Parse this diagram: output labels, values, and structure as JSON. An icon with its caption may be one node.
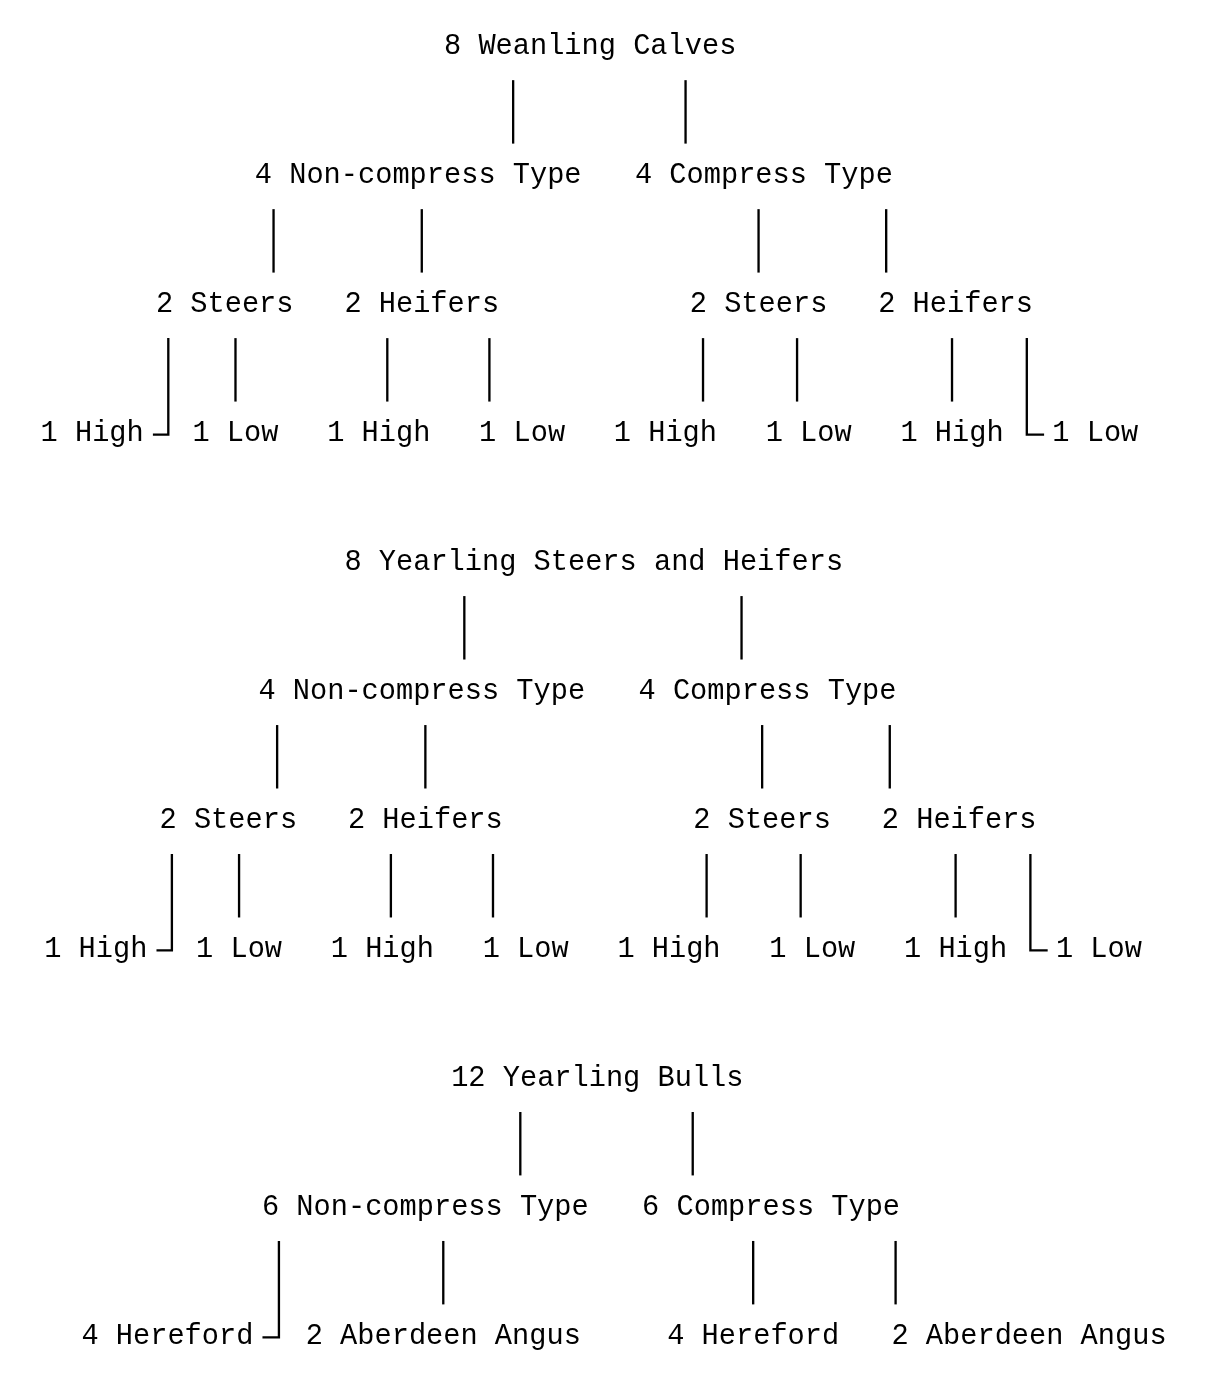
{
  "diagram": {
    "nodes": [
      {
        "text": [
          "8 Weanling Calves"
        ]
      },
      {
        "text": [
          "4 Non-compress Type"
        ]
      },
      {
        "text": [
          "4 Compress Type"
        ]
      },
      {
        "text": [
          "2 Steers"
        ]
      },
      {
        "text": [
          "2 Heifers"
        ]
      },
      {
        "text": [
          "2 Steers"
        ]
      },
      {
        "text": [
          "2 Heifers"
        ]
      },
      {
        "text": [
          "1 High"
        ]
      },
      {
        "text": [
          "1 Low"
        ]
      },
      {
        "text": [
          "1 High"
        ]
      },
      {
        "text": [
          "1 Low"
        ]
      },
      {
        "text": [
          "1 High"
        ]
      },
      {
        "text": [
          "1 Low"
        ]
      },
      {
        "text": [
          "1 High"
        ]
      },
      {
        "text": [
          "1 Low"
        ]
      },
      {
        "text": [
          "8 Yearling Steers and Heifers"
        ]
      },
      {
        "text": [
          "4 Non-compress Type"
        ]
      },
      {
        "text": [
          "4 Compress Type"
        ]
      },
      {
        "text": [
          "2 Steers"
        ]
      },
      {
        "text": [
          "2 Heifers"
        ]
      },
      {
        "text": [
          "2 Steers"
        ]
      },
      {
        "text": [
          "2 Heifers"
        ]
      },
      {
        "text": [
          "1 High"
        ]
      },
      {
        "text": [
          "1 Low"
        ]
      },
      {
        "text": [
          "1 High"
        ]
      },
      {
        "text": [
          "1 Low"
        ]
      },
      {
        "text": [
          "1 High"
        ]
      },
      {
        "text": [
          "1 Low"
        ]
      },
      {
        "text": [
          "1 High"
        ]
      },
      {
        "text": [
          "1 Low"
        ]
      },
      {
        "text": [
          "12 Yearling Bulls"
        ]
      },
      {
        "text": [
          "6 Non-compress Type"
        ]
      },
      {
        "text": [
          "6 Compress Type"
        ]
      },
      {
        "text": [
          "4 Hereford"
        ]
      },
      {
        "text": [
          "2 Aberdeen Angus"
        ]
      },
      {
        "text": [
          "4 Hereford"
        ]
      },
      {
        "text": [
          "2 Aberdeen Angus"
        ]
      }
    ],
    "edges": [
      {
        "from": 0,
        "to": 1,
        "arrow": "none"
      },
      {
        "from": 0,
        "to": 2,
        "arrow": "none"
      },
      {
        "from": 1,
        "to": 3,
        "arrow": "none"
      },
      {
        "from": 1,
        "to": 4,
        "arrow": "none"
      },
      {
        "from": 2,
        "to": 5,
        "arrow": "none"
      },
      {
        "from": 2,
        "to": 6,
        "arrow": "none"
      },
      {
        "from": 3,
        "to": 7,
        "arrow": "none"
      },
      {
        "from": 3,
        "to": 8,
        "arrow": "none"
      },
      {
        "from": 4,
        "to": 9,
        "arrow": "none"
      },
      {
        "from": 4,
        "to": 10,
        "arrow": "none"
      },
      {
        "from": 5,
        "to": 11,
        "arrow": "none"
      },
      {
        "from": 5,
        "to": 12,
        "arrow": "none"
      },
      {
        "from": 6,
        "to": 13,
        "arrow": "none"
      },
      {
        "from": 6,
        "to": 14,
        "arrow": "none"
      },
      {
        "from": 15,
        "to": 16,
        "arrow": "none"
      },
      {
        "from": 15,
        "to": 17,
        "arrow": "none"
      },
      {
        "from": 16,
        "to": 18,
        "arrow": "none"
      },
      {
        "from": 16,
        "to": 19,
        "arrow": "none"
      },
      {
        "from": 17,
        "to": 20,
        "arrow": "none"
      },
      {
        "from": 17,
        "to": 21,
        "arrow": "none"
      },
      {
        "from": 18,
        "to": 22,
        "arrow": "none"
      },
      {
        "from": 18,
        "to": 23,
        "arrow": "none"
      },
      {
        "from": 19,
        "to": 24,
        "arrow": "none"
      },
      {
        "from": 19,
        "to": 25,
        "arrow": "none"
      },
      {
        "from": 20,
        "to": 26,
        "arrow": "none"
      },
      {
        "from": 20,
        "to": 27,
        "arrow": "none"
      },
      {
        "from": 21,
        "to": 28,
        "arrow": "none"
      },
      {
        "from": 21,
        "to": 29,
        "arrow": "none"
      },
      {
        "from": 30,
        "to": 31,
        "arrow": "none"
      },
      {
        "from": 30,
        "to": 32,
        "arrow": "none"
      },
      {
        "from": 31,
        "to": 33,
        "arrow": "none"
      },
      {
        "from": 31,
        "to": 34,
        "arrow": "none"
      },
      {
        "from": 32,
        "to": 35,
        "arrow": "none"
      },
      {
        "from": 32,
        "to": 36,
        "arrow": "none"
      }
    ]
  }
}
